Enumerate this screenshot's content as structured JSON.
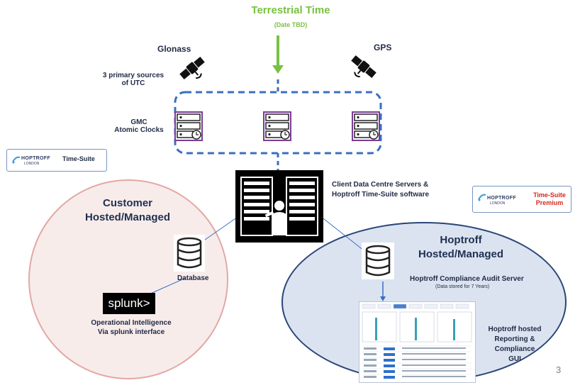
{
  "terrestrial": {
    "title": "Terrestrial Time",
    "subtitle": "(Date TBD)"
  },
  "sources": {
    "glonass": "Glonass",
    "gps": "GPS",
    "primary_label_line1": "3 primary sources",
    "primary_label_line2": "of UTC"
  },
  "gmc": {
    "line1": "GMC",
    "line2": "Atomic Clocks"
  },
  "logo_left": {
    "brand": "HOPTROFF",
    "sub": "LONDON",
    "product": "Time-Suite"
  },
  "logo_right": {
    "brand": "HOPTROFF",
    "sub": "LONDON",
    "product_line1": "Time-Suite",
    "product_line2": "Premium"
  },
  "client_servers": {
    "line1": "Client Data Centre Servers &",
    "line2": "Hoptroff Time-Suite software"
  },
  "customer": {
    "title_line1": "Customer",
    "title_line2": "Hosted/Managed",
    "database_label": "Database",
    "splunk_logo": "splunk>",
    "opint_line1": "Operational Intelligence",
    "opint_line2": "Via splunk interface"
  },
  "hoptroff": {
    "title_line1": "Hoptroff",
    "title_line2": "Hosted/Managed",
    "audit_label": "Hoptroff Compliance Audit Server",
    "audit_sub": "(Data stored for 7 Years)",
    "gui_line1": "Hoptroff  hosted",
    "gui_line2": "Reporting & Compliance",
    "gui_line3": "GUI"
  },
  "page_number": "3",
  "colors": {
    "green": "#7ac143",
    "navy": "#1f2a44",
    "dashed": "#3a6fc1",
    "red": "#d9261c",
    "purple": "#7b3c96"
  }
}
